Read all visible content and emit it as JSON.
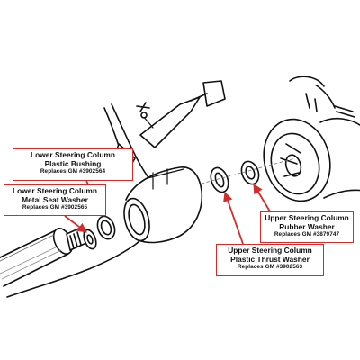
{
  "callouts": {
    "bushing": {
      "line1": "Lower Steering Column",
      "line2": "Plastic Bushing",
      "replaces": "Replaces GM #3902564"
    },
    "metal": {
      "line1": "Lower Steering Column",
      "line2": "Metal Seat Washer",
      "replaces": "Replaces GM #3902565"
    },
    "rubber": {
      "line1": "Upper Steering Column",
      "line2": "Rubber Washer",
      "replaces": "Replaces GM #3879747"
    },
    "thrust": {
      "line1": "Upper Steering Column",
      "line2": "Plastic Thrust Washer",
      "replaces": "Replaces GM #3902563"
    }
  },
  "colors": {
    "callout_border": "#d42b2b",
    "arrow": "#d42b2b",
    "line_art": "#111111"
  },
  "icons": [
    "steering-column-exploded-diagram"
  ]
}
